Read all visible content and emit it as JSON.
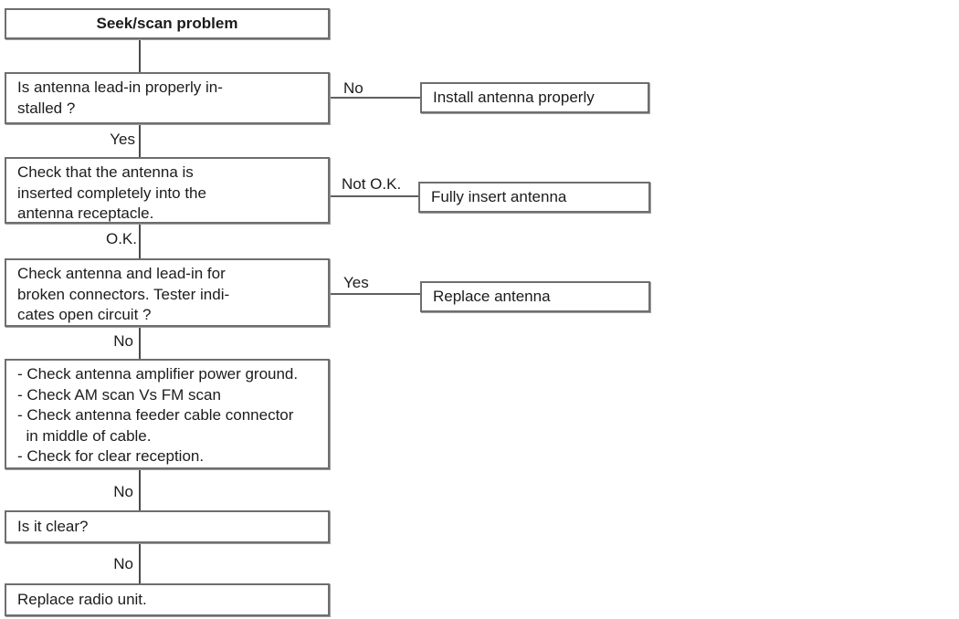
{
  "diagram": {
    "type": "troubleshooting-flowchart",
    "nodes": {
      "start": "Seek/scan problem",
      "q1": "Is antenna lead-in properly in-\nstalled ?",
      "q2": "Check that the antenna is\ninserted completely into the\nantenna receptacle.",
      "q3": "Check antenna and lead-in for\nbroken connectors. Tester indi-\ncates open circuit ?",
      "checklist": "- Check antenna amplifier power ground.\n- Check AM scan Vs FM scan\n- Check antenna feeder cable connector\n  in middle of cable.\n- Check for clear reception.",
      "q4": "Is it clear?",
      "final": "Replace radio unit.",
      "r1": "Install antenna properly",
      "r2": "Fully insert antenna",
      "r3": "Replace antenna"
    },
    "labels": {
      "yes1": "Yes",
      "no1": "No",
      "ok": "O.K.",
      "notok": "Not O.K.",
      "yes3": "Yes",
      "no2": "No",
      "no3": "No",
      "no4": "No"
    },
    "edges": [
      {
        "from": "start",
        "to": "q1",
        "label": ""
      },
      {
        "from": "q1",
        "to": "r1",
        "label": "No"
      },
      {
        "from": "q1",
        "to": "q2",
        "label": "Yes"
      },
      {
        "from": "q2",
        "to": "r2",
        "label": "Not O.K."
      },
      {
        "from": "q2",
        "to": "q3",
        "label": "O.K."
      },
      {
        "from": "q3",
        "to": "r3",
        "label": "Yes"
      },
      {
        "from": "q3",
        "to": "checklist",
        "label": "No"
      },
      {
        "from": "checklist",
        "to": "q4",
        "label": "No"
      },
      {
        "from": "q4",
        "to": "final",
        "label": "No"
      }
    ],
    "colors": {
      "background": "#ffffff",
      "box_border": "#6e6e6e",
      "connector": "#4a4a4a",
      "text": "#1c1c1c"
    }
  }
}
